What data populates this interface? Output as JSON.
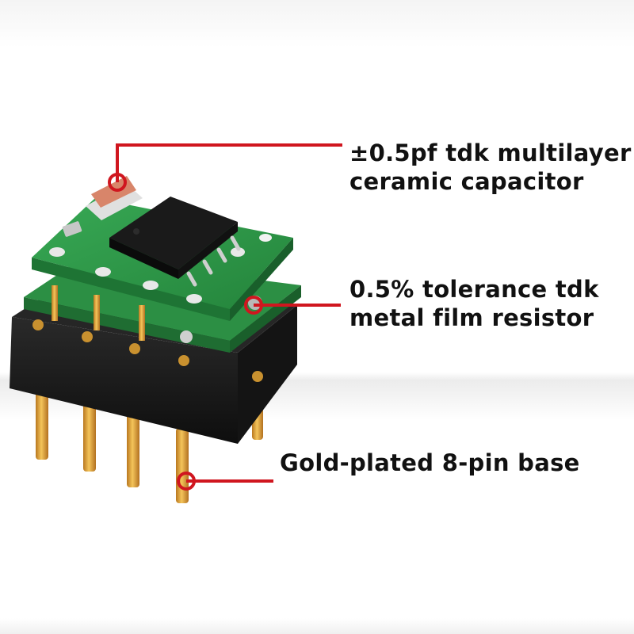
{
  "callouts": {
    "capacitor": {
      "line1": "±0.5pf tdk multilayer",
      "line2": "ceramic capacitor"
    },
    "resistor": {
      "line1": "0.5% tolerance tdk",
      "line2": "metal film resistor"
    },
    "base": {
      "line1": "Gold-plated 8-pin base"
    }
  },
  "colors": {
    "callout_line": "#d0161f",
    "pcb_green": "#2e9a49",
    "socket_black": "#1b1b1b",
    "gold_pin": "#e0a63a",
    "chip_black": "#1a1a1a",
    "capacitor": "#d8856a"
  }
}
